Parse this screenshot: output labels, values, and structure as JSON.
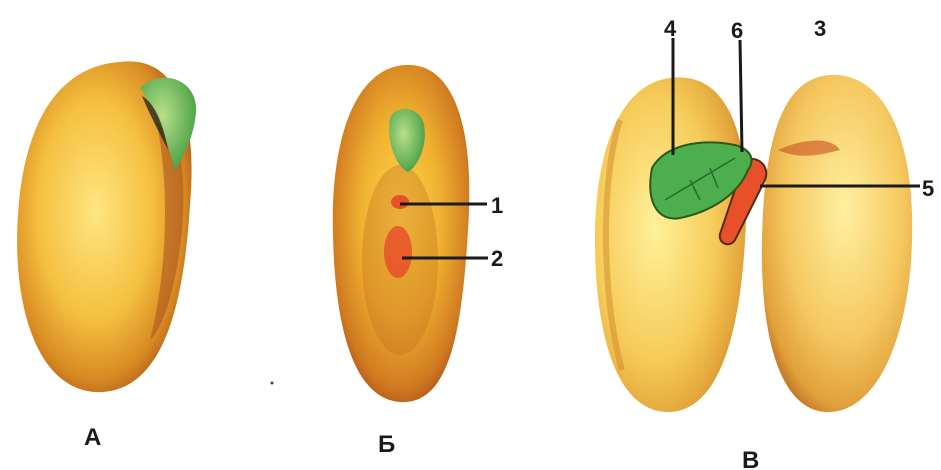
{
  "captions": {
    "a": "А",
    "b": "Б",
    "v": "В"
  },
  "callouts": {
    "n1": "1",
    "n2": "2",
    "n3": "3",
    "n4": "4",
    "n5": "5",
    "n6": "6"
  },
  "colors": {
    "seed_light": "#ffe680",
    "seed_mid": "#f0b030",
    "seed_dark": "#c86a18",
    "seed_shadow": "#a85020",
    "embryo_green": "#4cae4c",
    "embryo_light": "#b8e08a",
    "radicle_red": "#e8502a",
    "line": "#1a1a1a"
  }
}
